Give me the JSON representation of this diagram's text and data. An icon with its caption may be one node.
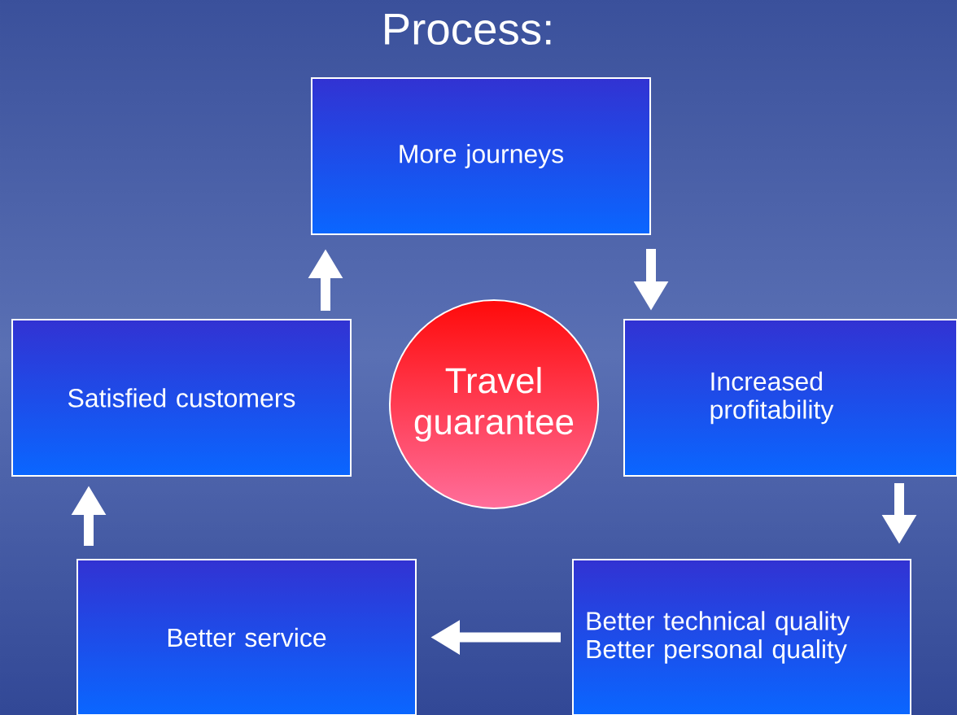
{
  "diagram": {
    "title": "Process:",
    "nodes": [
      {
        "text": [
          "More journeys"
        ]
      },
      {
        "text": [
          "Increased profitability"
        ]
      },
      {
        "text": [
          "Better technical quality",
          "Better personal quality"
        ]
      },
      {
        "text": [
          "Better service"
        ]
      },
      {
        "text": [
          "Satisfied customers"
        ]
      },
      {
        "text": [
          "Travel guarantee"
        ]
      }
    ],
    "edges": [
      {
        "from": 0,
        "to": 1,
        "arrow": "to"
      },
      {
        "from": 1,
        "to": 2,
        "arrow": "to"
      },
      {
        "from": 2,
        "to": 3,
        "arrow": "to"
      },
      {
        "from": 3,
        "to": 4,
        "arrow": "to"
      },
      {
        "from": 4,
        "to": 0,
        "arrow": "to"
      }
    ]
  }
}
